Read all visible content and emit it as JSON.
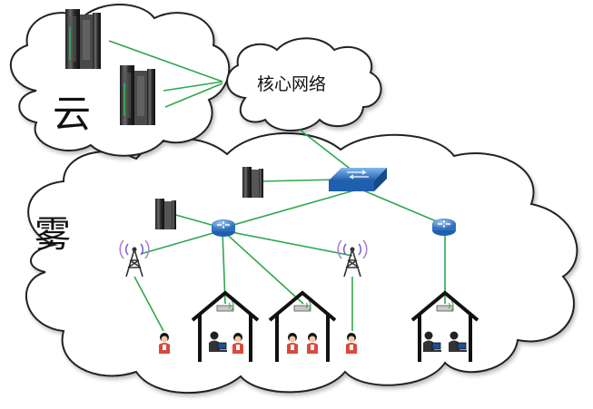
{
  "labels": {
    "cloud": "云",
    "core_network": "核心网络",
    "fog": "雾"
  },
  "colors": {
    "link": "#2ea84c",
    "cloud_fill": "#ffffff",
    "cloud_stroke": "#222222",
    "switch_blue": "#2f7fd0",
    "router_blue": "#3b8ad8",
    "server_dark": "#3a3a3a",
    "person_red": "#d94a3a"
  },
  "icons": [
    "server-icon",
    "switch-icon",
    "router-icon",
    "cell-tower-icon",
    "house-icon",
    "person-icon",
    "wifi-icon"
  ]
}
